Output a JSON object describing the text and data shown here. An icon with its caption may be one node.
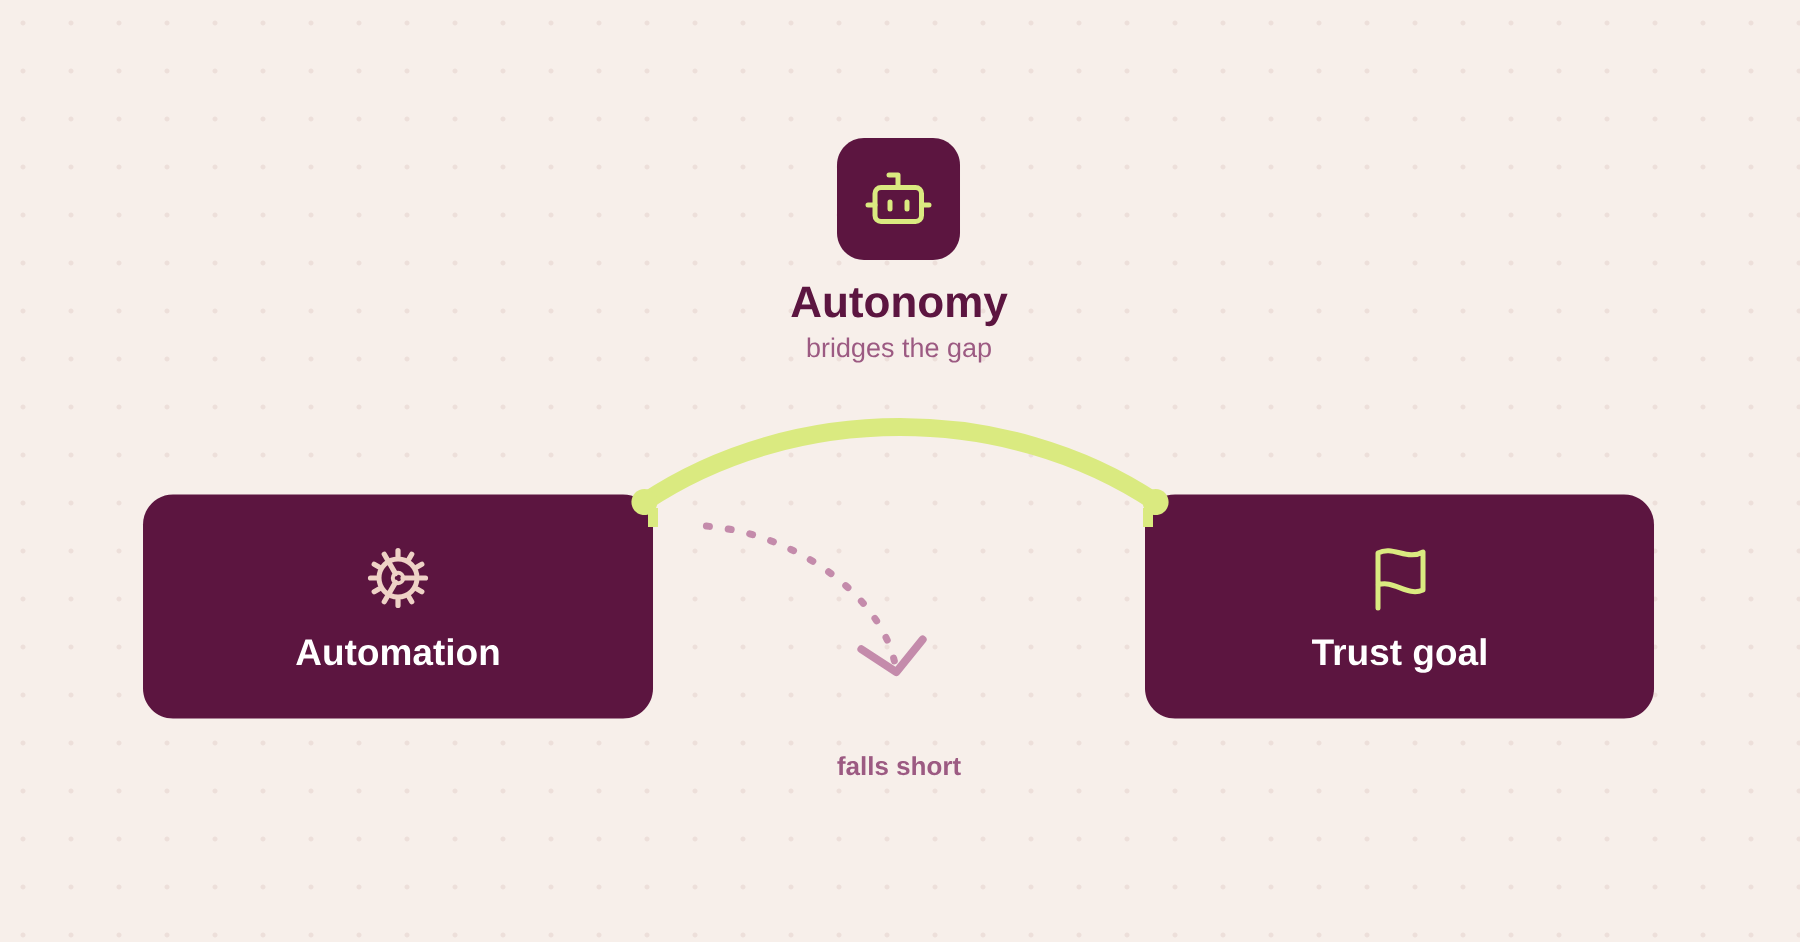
{
  "diagram": {
    "nodes": [
      {
        "text": [
          "Autonomy",
          "bridges the gap"
        ]
      },
      {
        "text": [
          "Automation"
        ]
      },
      {
        "text": [
          "Trust goal"
        ]
      }
    ],
    "edges": [
      {
        "from": 1,
        "to": 2,
        "arrow": "other",
        "style": "thick",
        "color": "#daea80"
      },
      {
        "from": 1,
        "to": null,
        "arrow": "to",
        "label": "falls short",
        "style": "dashed",
        "color": "#c48bab"
      }
    ]
  }
}
